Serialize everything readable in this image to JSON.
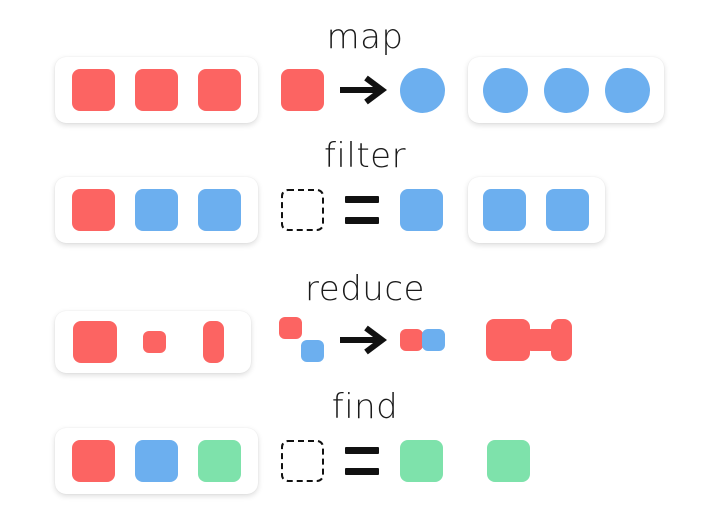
{
  "diagram": {
    "title": "array-method-visual-cheatsheet",
    "background": "#ffffff"
  },
  "palette": {
    "red": "#fc6462",
    "blue": "#6cafef",
    "green": "#7ee2ab",
    "ink": "#111111",
    "card": "#ffffff"
  },
  "rows": [
    {
      "key": "map",
      "label": "map",
      "source": {
        "kind": "card",
        "items": [
          {
            "shape": "square",
            "color": "#fc6462"
          },
          {
            "shape": "square",
            "color": "#fc6462"
          },
          {
            "shape": "square",
            "color": "#fc6462"
          }
        ]
      },
      "operation": {
        "kind": "transform",
        "glyph": "arrow-right",
        "input": {
          "shape": "square",
          "color": "#fc6462"
        },
        "output": {
          "shape": "circle",
          "color": "#6cafef"
        }
      },
      "result": {
        "kind": "card",
        "items": [
          {
            "shape": "circle",
            "color": "#6cafef"
          },
          {
            "shape": "circle",
            "color": "#6cafef"
          },
          {
            "shape": "circle",
            "color": "#6cafef"
          }
        ]
      }
    },
    {
      "key": "filter",
      "label": "filter",
      "source": {
        "kind": "card",
        "items": [
          {
            "shape": "square",
            "color": "#fc6462"
          },
          {
            "shape": "square",
            "color": "#6cafef"
          },
          {
            "shape": "square",
            "color": "#6cafef"
          }
        ]
      },
      "operation": {
        "kind": "predicate",
        "glyph": "equals",
        "input": {
          "shape": "square",
          "color": "dashed-outline"
        },
        "output": {
          "shape": "square",
          "color": "#6cafef"
        }
      },
      "result": {
        "kind": "card",
        "items": [
          {
            "shape": "square",
            "color": "#6cafef"
          },
          {
            "shape": "square",
            "color": "#6cafef"
          }
        ]
      }
    },
    {
      "key": "reduce",
      "label": "reduce",
      "source": {
        "kind": "card",
        "items": [
          {
            "shape": "square",
            "color": "#fc6462",
            "size": "large"
          },
          {
            "shape": "square",
            "color": "#fc6462",
            "size": "small"
          },
          {
            "shape": "square",
            "color": "#fc6462",
            "size": "tall"
          }
        ]
      },
      "operation": {
        "kind": "accumulate",
        "glyph": "arrow-right",
        "inputs": [
          {
            "shape": "square",
            "color": "#fc6462"
          },
          {
            "shape": "square",
            "color": "#6cafef"
          }
        ],
        "output": [
          {
            "shape": "square",
            "color": "#fc6462"
          },
          {
            "shape": "square",
            "color": "#6cafef"
          }
        ]
      },
      "result": {
        "kind": "merged",
        "items": [
          {
            "shape": "block",
            "color": "#fc6462",
            "size": "large"
          },
          {
            "shape": "connector",
            "color": "#fc6462",
            "size": "small"
          },
          {
            "shape": "block",
            "color": "#fc6462",
            "size": "tall"
          }
        ]
      }
    },
    {
      "key": "find",
      "label": "find",
      "source": {
        "kind": "card",
        "items": [
          {
            "shape": "square",
            "color": "#fc6462"
          },
          {
            "shape": "square",
            "color": "#6cafef"
          },
          {
            "shape": "square",
            "color": "#7ee2ab"
          }
        ]
      },
      "operation": {
        "kind": "predicate",
        "glyph": "equals",
        "input": {
          "shape": "square",
          "color": "dashed-outline"
        },
        "output": {
          "shape": "square",
          "color": "#7ee2ab"
        }
      },
      "result": {
        "kind": "single",
        "items": [
          {
            "shape": "square",
            "color": "#7ee2ab"
          }
        ]
      }
    }
  ]
}
